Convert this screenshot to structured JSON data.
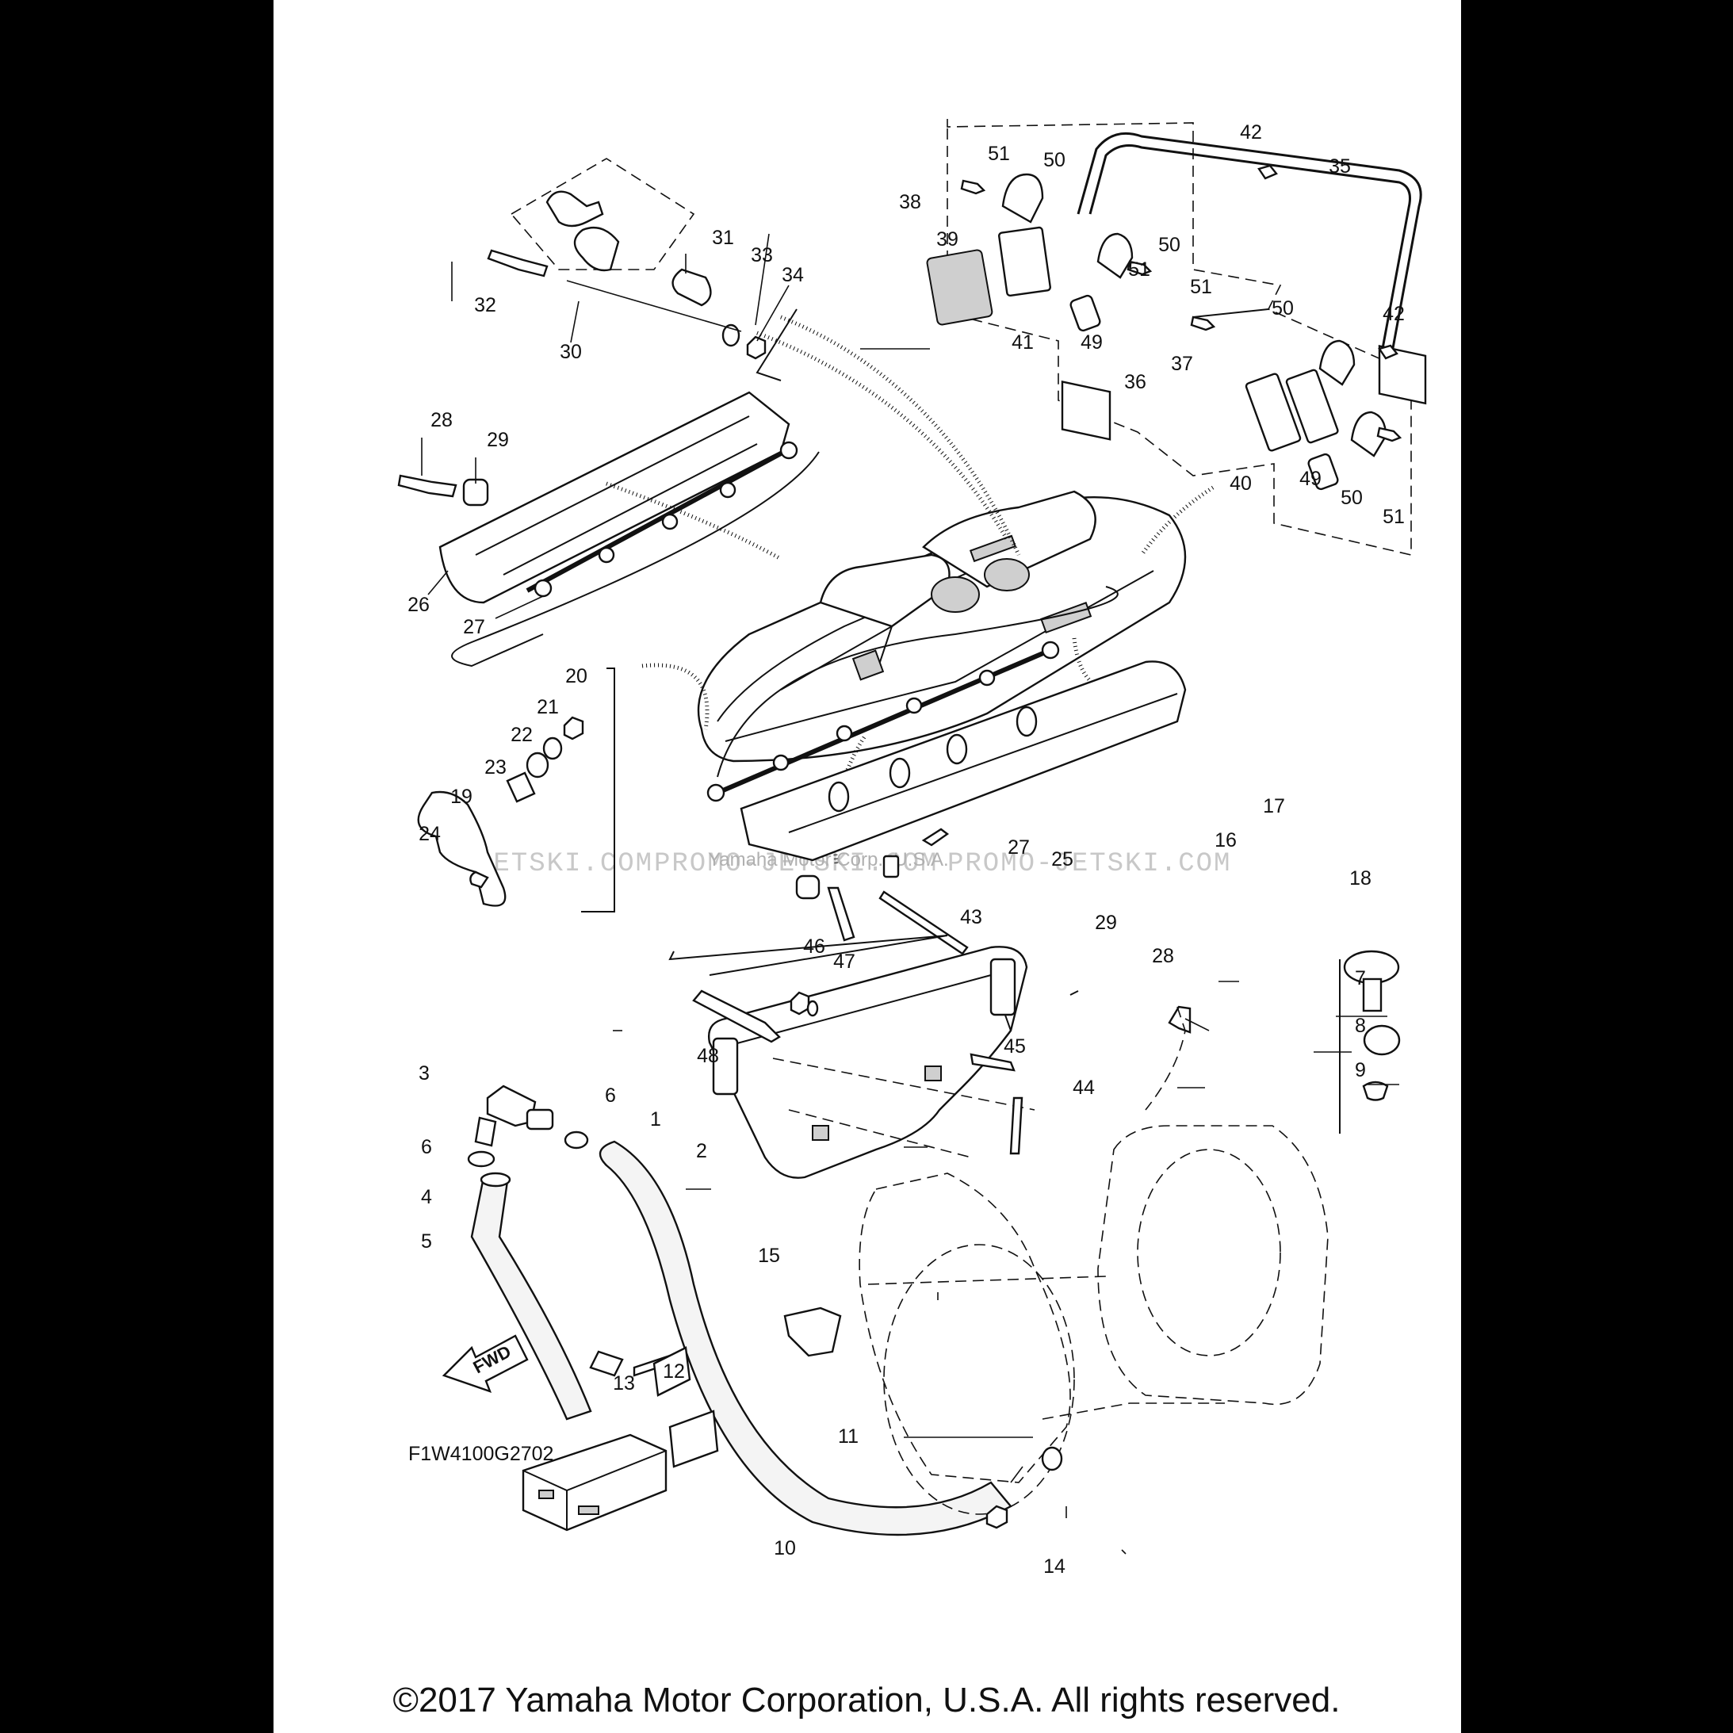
{
  "diagram": {
    "drawing_code": "F1W4100G2702",
    "fwd_arrow_label": "FWD",
    "watermarks": [
      "JETSKI.COM",
      "PROMO-JETSKI.COM",
      "PROMO-JETSKI.COM"
    ],
    "watermark_center": "Yamaha Motor Corp., U.S.A.",
    "callouts": [
      "1",
      "2",
      "3",
      "4",
      "5",
      "6",
      "6",
      "7",
      "8",
      "9",
      "10",
      "11",
      "12",
      "13",
      "14",
      "15",
      "16",
      "17",
      "18",
      "19",
      "20",
      "21",
      "22",
      "23",
      "24",
      "25",
      "26",
      "27",
      "27",
      "28",
      "28",
      "29",
      "29",
      "30",
      "31",
      "32",
      "33",
      "34",
      "35",
      "36",
      "37",
      "38",
      "39",
      "40",
      "41",
      "42",
      "42",
      "49",
      "49",
      "50",
      "50",
      "50",
      "50",
      "51",
      "51",
      "51",
      "51",
      "43",
      "44",
      "45",
      "46",
      "47",
      "48"
    ]
  },
  "footer": {
    "copyright": "©2017 Yamaha Motor Corporation, U.S.A. All rights reserved."
  },
  "colors": {
    "background": "#000000",
    "sheet": "#ffffff",
    "ink": "#111111"
  }
}
